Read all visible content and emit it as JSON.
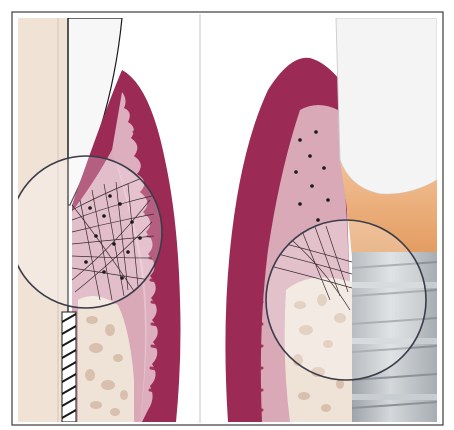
{
  "figure": {
    "panels": [
      {
        "id": "natural-tooth",
        "structures": [
          "tooth-root",
          "tooth-crown",
          "gingiva",
          "connective-tissue-fibers",
          "alveolar-bone",
          "periodontal-ligament",
          "magnifier-circle"
        ]
      },
      {
        "id": "implant",
        "structures": [
          "implant-crown",
          "abutment",
          "implant-body",
          "gingiva",
          "connective-tissue-fibers",
          "alveolar-bone",
          "magnifier-circle"
        ]
      }
    ],
    "colors": {
      "gingiva": "#9b2a55",
      "connective_tissue": "#d9a9b8",
      "bone": "#efe3d8",
      "bone_pores": "#d9bfae",
      "root": "#f3e6dc",
      "crown": "#f4f4f4",
      "abutment": "#e8a06a",
      "implant": "#b9bfc4",
      "frame": "#3b3b3b"
    }
  }
}
